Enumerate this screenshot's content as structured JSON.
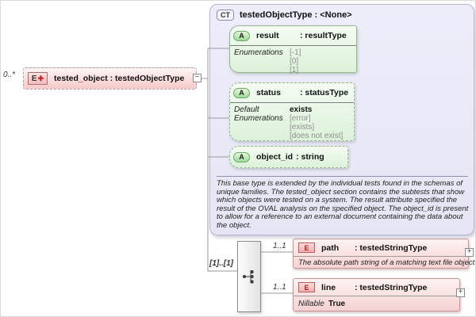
{
  "element": {
    "occurrence": "0..*",
    "badge": "E",
    "plus": "✚",
    "label": "tested_object : testedObjectType",
    "collapse": "−"
  },
  "ct": {
    "badge": "CT",
    "title": "testedObjectType : <None>",
    "attrs": [
      {
        "badge": "A",
        "name": "result",
        "type": ": resultType",
        "rows": [
          {
            "key": "Enumerations",
            "values": [
              "[-1]",
              "[0]",
              "[1]"
            ]
          }
        ]
      },
      {
        "badge": "A",
        "name": "status",
        "type": ": statusType",
        "rows": [
          {
            "key": "Default",
            "strong": "exists"
          },
          {
            "key": "Enumerations",
            "values": [
              "[error]",
              "[exists]",
              "[does not exist]"
            ]
          }
        ]
      },
      {
        "badge": "A",
        "name": "object_id",
        "type": ": string"
      }
    ],
    "doc": "This base type is extended by the individual tests found in the schemas of unique families.  The tested_object section contains the subtests that show which objects were tested on a system. The result attribute specified the result of the OVAL analysis on the specified object. The object_id is present to allow for a reference to an external document containing the data about the object."
  },
  "compositor": {
    "occurrence": "[1]..[1]"
  },
  "children": [
    {
      "badge": "E",
      "occurrence": "1..1",
      "name": "path",
      "type": ": testedStringType",
      "doc": "The absolute path string of a matching text file object.",
      "expand": "+"
    },
    {
      "badge": "E",
      "occurrence": "1..1",
      "name": "line",
      "type": ": testedStringType",
      "nillable_key": "Nillable",
      "nillable_value": "True",
      "expand": "+"
    }
  ]
}
